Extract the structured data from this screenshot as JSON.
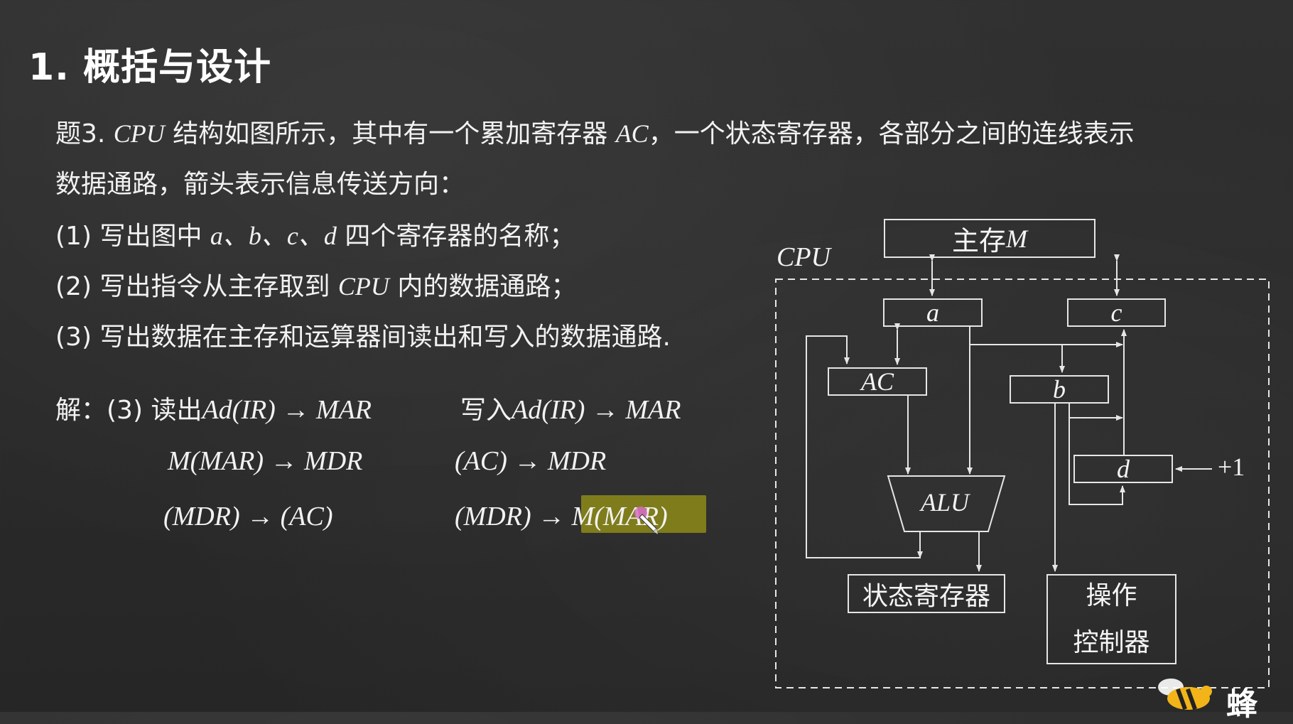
{
  "slide": {
    "title": "1. 概括与设计"
  },
  "question": {
    "line1_prefix": "题3. ",
    "line1_cpu": "CPU",
    "line1_mid": " 结构如图所示，其中有一个累加寄存器 ",
    "line1_ac": "AC",
    "line1_end": "，一个状态寄存器，各部分之间的连线表示",
    "line2": "数据通路，箭头表示信息传送方向：",
    "line3_prefix": "(1) 写出图中 ",
    "line3_vars": "a、b、c、d",
    "line3_end": " 四个寄存器的名称；",
    "line4_prefix": "(2) 写出指令从主存取到 ",
    "line4_cpu": "CPU",
    "line4_end": " 内的数据通路；",
    "line5": "(3) 写出数据在主存和运算器间读出和写入的数据通路."
  },
  "solution": {
    "head": "解：(3)  读出",
    "read1": "Ad(IR) → MAR",
    "write_head": "写入",
    "write1": "Ad(IR) → MAR",
    "read2": "M(MAR) → MDR",
    "write2": "(AC) → MDR",
    "read3": "(MDR) → (AC)",
    "write3_left": "(MDR) → ",
    "write3_highlight": "M(MAR)"
  },
  "diagram": {
    "cpu_label": "CPU",
    "main_memory": "主存",
    "main_memory_var": "M",
    "reg_a": "a",
    "reg_c": "c",
    "reg_ac": "AC",
    "reg_b": "b",
    "reg_d": "d",
    "plus_one": "+1",
    "alu": "ALU",
    "status_reg": "状态寄存器",
    "ctrl_line1": "操作",
    "ctrl_line2": "控制器"
  },
  "brand": {
    "text": "蜂"
  },
  "colors": {
    "background": "#2b2b2b",
    "text": "#f2f2f2",
    "highlight": "#7f7c1c",
    "lines": "#e6e6e6"
  }
}
